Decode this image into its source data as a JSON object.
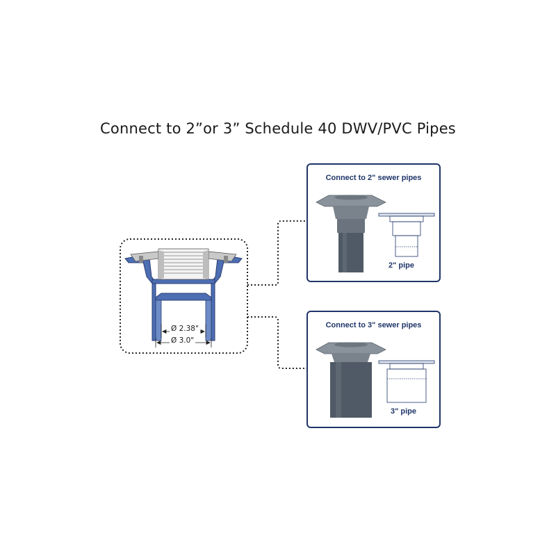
{
  "title": "Connect to 2”or 3” Schedule 40 DWV/PVC Pipes",
  "cross_section": {
    "inner_diameter_label": "Ø 2.38\"",
    "outer_diameter_label": "Ø 3.0\""
  },
  "panels": [
    {
      "title": "Connect to 2\" sewer pipes",
      "pipe_label": "2\" pipe"
    },
    {
      "title": "Connect to 3\" sewer pipes",
      "pipe_label": "3\" pipe"
    }
  ],
  "colors": {
    "navy": "#1f3569",
    "drain_blue": "#4d6eb3",
    "pipe_gray": "#505a66"
  }
}
